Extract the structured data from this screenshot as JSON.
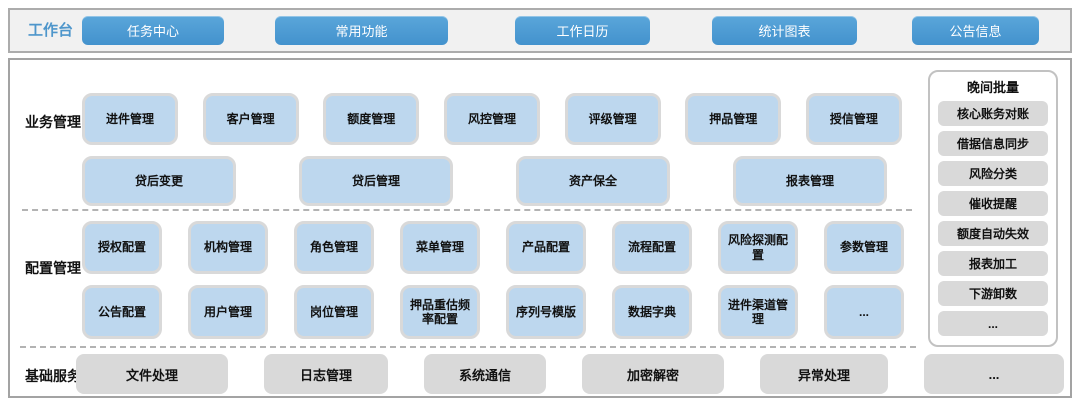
{
  "workbench": {
    "label": "工作台",
    "buttons": [
      {
        "label": "任务中心"
      },
      {
        "label": "常用功能"
      },
      {
        "label": "工作日历"
      },
      {
        "label": "统计图表"
      },
      {
        "label": "公告信息"
      }
    ]
  },
  "business": {
    "label": "业务管理",
    "row1": [
      "进件管理",
      "客户管理",
      "额度管理",
      "风控管理",
      "评级管理",
      "押品管理",
      "授信管理"
    ],
    "row2": [
      "贷后变更",
      "贷后管理",
      "资产保全",
      "报表管理"
    ]
  },
  "config": {
    "label": "配置管理",
    "row1": [
      "授权配置",
      "机构管理",
      "角色管理",
      "菜单管理",
      "产品配置",
      "流程配置",
      "风险探测配置",
      "参数管理"
    ],
    "row2": [
      "公告配置",
      "用户管理",
      "岗位管理",
      "押品重估频率配置",
      "序列号模版",
      "数据字典",
      "进件渠道管理",
      "..."
    ]
  },
  "base": {
    "label": "基础服务",
    "items": [
      "文件处理",
      "日志管理",
      "系统通信",
      "加密解密",
      "异常处理",
      "..."
    ]
  },
  "night_batch": {
    "title": "晚间批量",
    "items": [
      "核心账务对账",
      "借据信息同步",
      "风险分类",
      "催收提醒",
      "额度自动失效",
      "报表加工",
      "下游卸数",
      "..."
    ]
  },
  "colors": {
    "accent_blue": "#4d9bd5",
    "light_blue_fill": "#bdd7ee",
    "card_border": "#d9d9d9",
    "gray_fill": "#d9d9d9",
    "frame_border": "#a3a3a3"
  }
}
